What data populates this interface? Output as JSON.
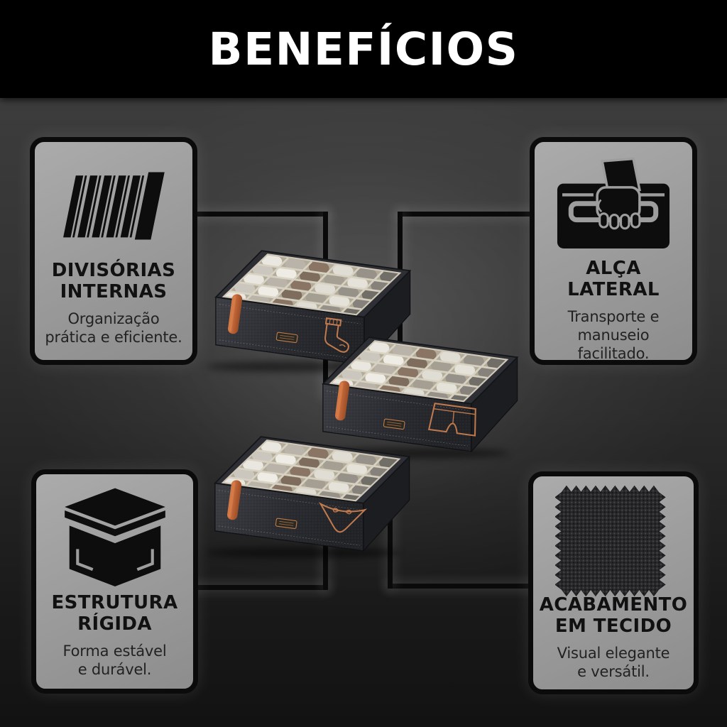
{
  "header": {
    "title": "BENEFÍCIOS"
  },
  "cards": [
    {
      "id": "divisorias-internas",
      "icon": "internal-dividers-icon",
      "title": "DIVISÓRIAS\nINTERNAS",
      "description": "Organização\nprática e eficiente."
    },
    {
      "id": "alca-lateral",
      "icon": "side-handle-grip-icon",
      "title": "ALÇA\nLATERAL",
      "description": "Transporte e\nmanuseio\nfacilitado."
    },
    {
      "id": "estrutura-rigida",
      "icon": "rigid-box-icon",
      "title": "ESTRUTURA\nRÍGIDA",
      "description": "Forma estável\ne durável."
    },
    {
      "id": "acabamento-em-tecido",
      "icon": "fabric-swatch-icon",
      "title": "ACABAMENTO\nEM TECIDO",
      "description": "Visual elegante\ne versátil."
    }
  ],
  "product": {
    "box_count": 3,
    "garment_icons": [
      "sock-icon",
      "boxer-briefs-icon",
      "thong-icon"
    ]
  },
  "colors": {
    "banner_background": "#000000",
    "banner_text": "#ffffff",
    "page_background_top": "#3d3d3d",
    "page_background_bottom": "#141414",
    "card_background": "#9e9e9e",
    "card_border": "#0b0b0b",
    "connector_line": "#0a0a0a",
    "icon_black": "#0d0d0d",
    "title_text": "#111111",
    "body_text": "#222222",
    "accent_orange": "#c9703f",
    "fabric_charcoal": "#2e2f34",
    "divider_beige": "#d9d3c3"
  }
}
